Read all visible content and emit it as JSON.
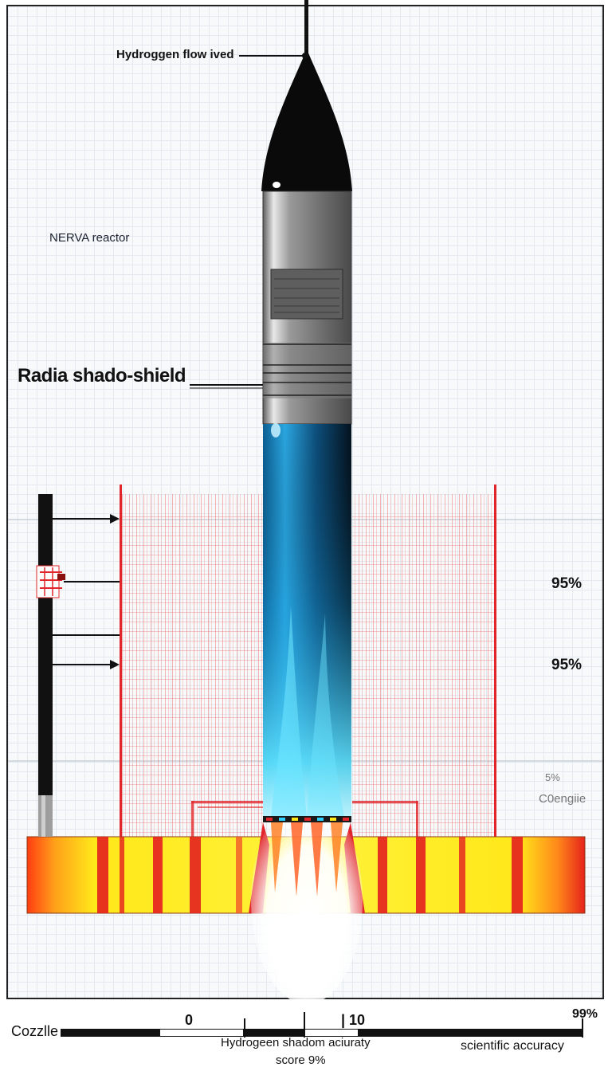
{
  "labels": {
    "hydrogen_flow": "Hydroggen flow ived",
    "reactor": "NERVA reactor",
    "shadow_shield": "Radia shado-shield",
    "pct_upper": "95%",
    "pct_lower": "95%",
    "legend_small_top": "5%",
    "legend_small_bottom": "C0engiie"
  },
  "footer": {
    "left_label": "Cozzlle",
    "tick_0": "0",
    "tick_10": "| 10",
    "tick_99": "99%",
    "caption_line1": "Hydrogeen shadom aciuraty",
    "caption_line2": "score 9%",
    "right_label": "scientific accuracy"
  },
  "colors": {
    "accent_red": "#e0262a",
    "exhaust_blue": "#1a8fd0",
    "hull_gray": "#8a8a8a",
    "heat_yellow": "#ffe81a"
  }
}
